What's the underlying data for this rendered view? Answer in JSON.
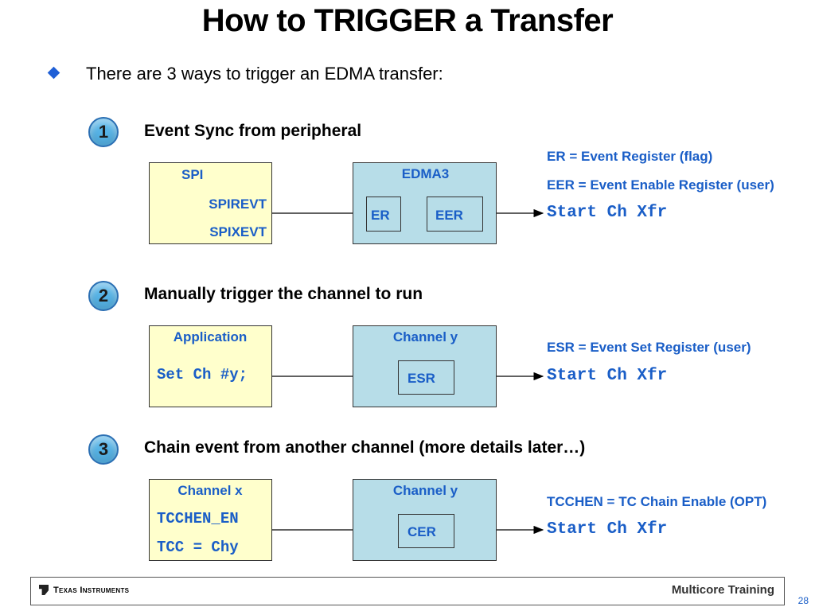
{
  "title": "How to TRIGGER a Transfer",
  "intro": "There are 3 ways to trigger an EDMA transfer:",
  "steps": [
    {
      "num": "1",
      "heading": "Event Sync from peripheral",
      "left_box": {
        "title": "SPI",
        "lines": [
          "SPIREVT",
          "SPIXEVT"
        ]
      },
      "right_box": {
        "title": "EDMA3",
        "inner": [
          "ER",
          "EER"
        ]
      },
      "notes": [
        "ER = Event Register (flag)",
        "EER = Event Enable Register (user)"
      ],
      "result": "Start Ch Xfr"
    },
    {
      "num": "2",
      "heading": "Manually trigger the channel to run",
      "left_box": {
        "title": "Application",
        "lines": [
          "Set Ch #y;"
        ]
      },
      "right_box": {
        "title": "Channel y",
        "inner": [
          "ESR"
        ]
      },
      "notes": [
        "ESR = Event Set Register (user)"
      ],
      "result": "Start Ch Xfr"
    },
    {
      "num": "3",
      "heading": "Chain event from another channel (more details later…)",
      "left_box": {
        "title": "Channel x",
        "lines": [
          "TCCHEN_EN",
          "TCC = Chy"
        ]
      },
      "right_box": {
        "title": "Channel y",
        "inner": [
          "CER"
        ]
      },
      "notes": [
        "TCCHEN = TC Chain Enable (OPT)"
      ],
      "result": "Start Ch Xfr"
    }
  ],
  "footer": {
    "logo_text": "Texas Instruments",
    "brand": "Multicore Training"
  },
  "page_number": "28",
  "colors": {
    "accent_blue": "#1a5ec7",
    "box_yellow": "#ffffcc",
    "box_teal": "#b7dde8",
    "circle_fill": "#56b3e6"
  }
}
